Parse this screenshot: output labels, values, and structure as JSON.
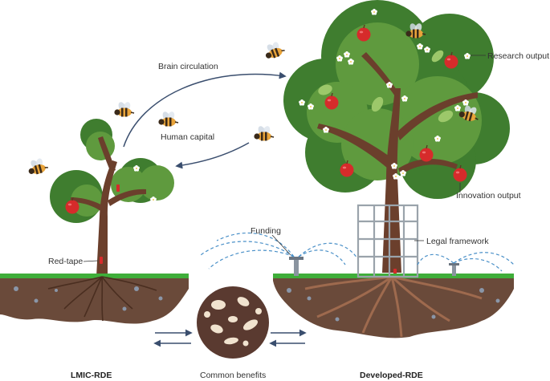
{
  "labels": {
    "brain_circulation": "Brain circulation",
    "human_capital": "Human capital",
    "research_output": "Research output",
    "innovation_output": "Innovation output",
    "funding": "Funding",
    "legal_framework": "Legal framework",
    "red_tape": "Red-tape",
    "lmic_rde": "LMIC-RDE",
    "common_benefits": "Common benefits",
    "developed_rde": "Developed-RDE"
  },
  "colors": {
    "foliage_dark": "#3f7d2f",
    "foliage_light": "#5f9a3e",
    "trunk": "#6b3f2c",
    "soil": "#6a4a3a",
    "grass": "#3fae3a",
    "apple": "#d62b2b",
    "water": "#4a90c8",
    "cage": "#9aa3ab",
    "arrow": "#3a4e6e"
  },
  "icons": [
    "bee-icon",
    "apple-icon",
    "flower-icon",
    "sprinkler-icon",
    "microbes-icon"
  ]
}
